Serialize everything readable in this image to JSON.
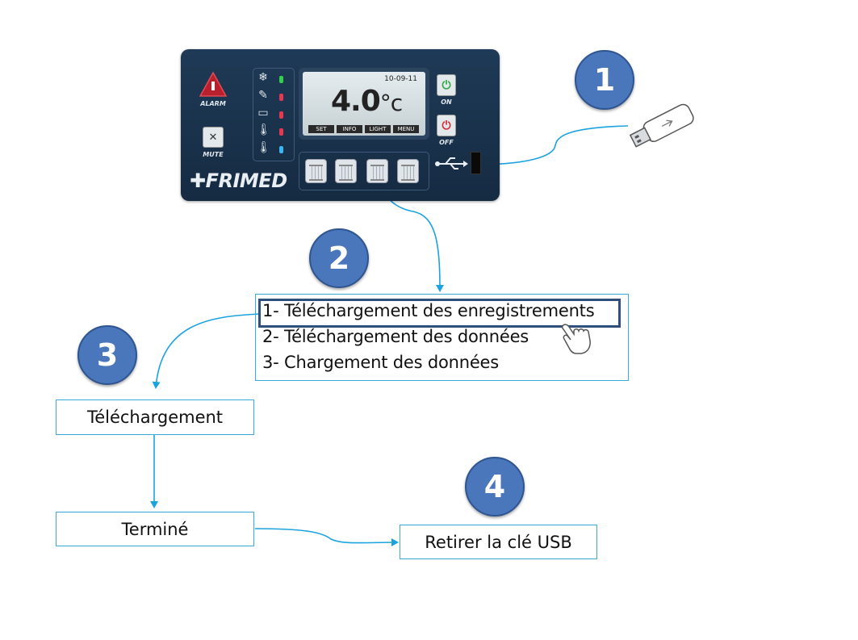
{
  "panel": {
    "alarm_label": "ALARM",
    "mute_label": "MUTE",
    "brand": "FRIMED",
    "lcd_date": "10-09-11",
    "lcd_temp": "4.0",
    "lcd_unit": "c",
    "lcd_menu": [
      "SET",
      "INFO",
      "LIGHT",
      "MENU"
    ],
    "on_label": "ON",
    "off_label": "OFF",
    "led_colors": [
      "#2fd14a",
      "#e8384f",
      "#e8384f",
      "#e8384f",
      "#3ab6f0"
    ]
  },
  "steps": [
    "1",
    "2",
    "3",
    "4"
  ],
  "menu": {
    "items": [
      "1- Téléchargement des enregistrements",
      "2- Téléchargement des données",
      "3- Chargement des données"
    ]
  },
  "flow": {
    "download": "Téléchargement",
    "done": "Terminé",
    "remove_usb": "Retirer la clé USB"
  },
  "colors": {
    "connector": "#1ba3e0",
    "step_fill": "#4a76bb",
    "panel_bg": "#1a3350"
  }
}
